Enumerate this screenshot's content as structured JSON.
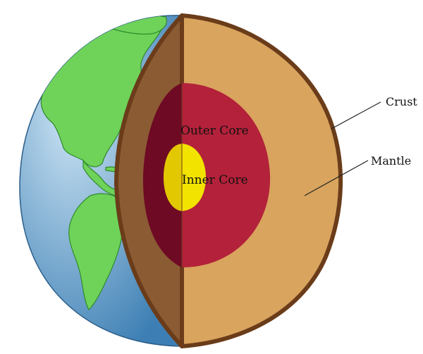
{
  "labels": {
    "crust": "Crust",
    "mantle": "Mantle",
    "outer_core": "Outer Core",
    "inner_core": "Inner Core"
  },
  "colors": {
    "ocean_light": "#cfe6f5",
    "ocean_dark": "#3d7fb4",
    "land": "#6fd35a",
    "land_edge": "#2f8a2a",
    "crust_edge": "#6a3c1a",
    "mantle_front": "#d9a45e",
    "mantle_side": "#8b5b33",
    "outer_core_front": "#b3213a",
    "outer_core_side": "#6e0a24",
    "inner_core_front": "#f3e300",
    "inner_core_side": "#e2c800",
    "leader_line": "#222222"
  }
}
